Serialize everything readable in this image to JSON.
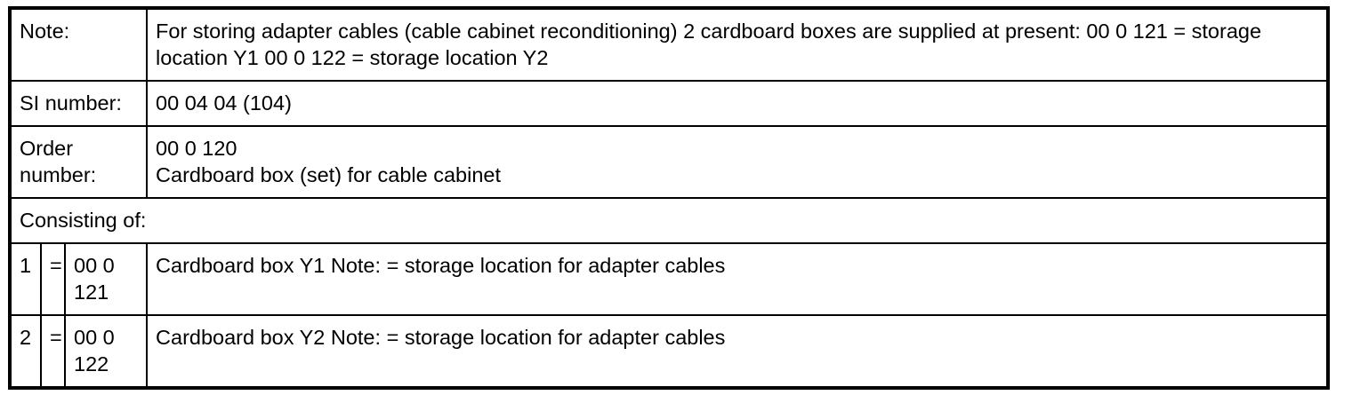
{
  "document": {
    "table": {
      "rows": [
        {
          "type": "label-value",
          "label": "Note:",
          "value": "For storing adapter cables (cable cabinet reconditioning) 2 cardboard boxes are supplied at present: 00 0 121 = storage location Y1 00 0 122 = storage location Y2"
        },
        {
          "type": "label-value",
          "label": "SI number:",
          "value": "00 04 04 (104)"
        },
        {
          "type": "label-value-2line",
          "label_line1": "Order",
          "label_line2": "number:",
          "value_line1": "00 0 120",
          "value_line2": "Cardboard box (set) for cable cabinet"
        },
        {
          "type": "section-header",
          "label": "Consisting of:"
        },
        {
          "type": "item",
          "quantity": "1",
          "equals": "=",
          "part_number": "00 0 121",
          "description": "Cardboard box Y1 Note: = storage location for adapter cables"
        },
        {
          "type": "item",
          "quantity": "2",
          "equals": "=",
          "part_number": "00 0 122",
          "description": "Cardboard box Y2 Note: = storage location for adapter cables"
        }
      ]
    },
    "colors": {
      "border": "#000000",
      "text": "#000000",
      "background": "#ffffff"
    }
  }
}
